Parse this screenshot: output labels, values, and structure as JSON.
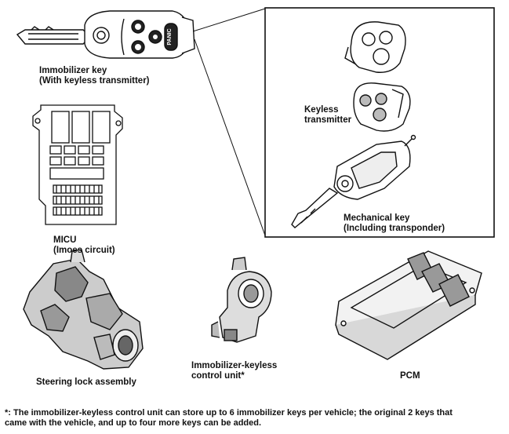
{
  "labels": {
    "immobilizer_key": [
      "Immobilizer key",
      "(With keyless transmitter)"
    ],
    "panic": "PANIC",
    "keyless_transmitter": [
      "Keyless",
      "transmitter"
    ],
    "mechanical_key": [
      "Mechanical key",
      "(Including transponder)"
    ],
    "micu": [
      "MICU",
      "(Imoes circuit)"
    ],
    "steering_lock": "Steering lock assembly",
    "control_unit": [
      "Immobilizer-keyless",
      "control unit*"
    ],
    "pcm": "PCM"
  },
  "footnote": [
    "*: The immobilizer-keyless control unit can store up to 6 immobilizer keys per vehicle; the original 2 keys that",
    "came with the vehicle, and up to four more keys can be added."
  ]
}
